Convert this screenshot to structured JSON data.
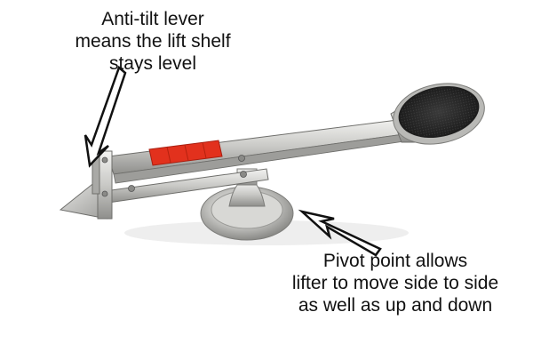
{
  "callouts": {
    "anti_tilt": {
      "lines": [
        "Anti-tilt lever",
        "means the lift shelf",
        "stays level"
      ]
    },
    "pivot": {
      "lines": [
        "Pivot point allows",
        "lifter to move side to side",
        "as well as up and down"
      ]
    }
  },
  "colors": {
    "steel_light": "#e2e2e0",
    "steel_mid": "#b9b9b6",
    "steel_dark": "#7d7d7a",
    "pedal_rubber": "#2b2b2b",
    "grip_red": "#e2311d",
    "arrow_outline": "#111111",
    "arrow_fill": "#ffffff"
  }
}
